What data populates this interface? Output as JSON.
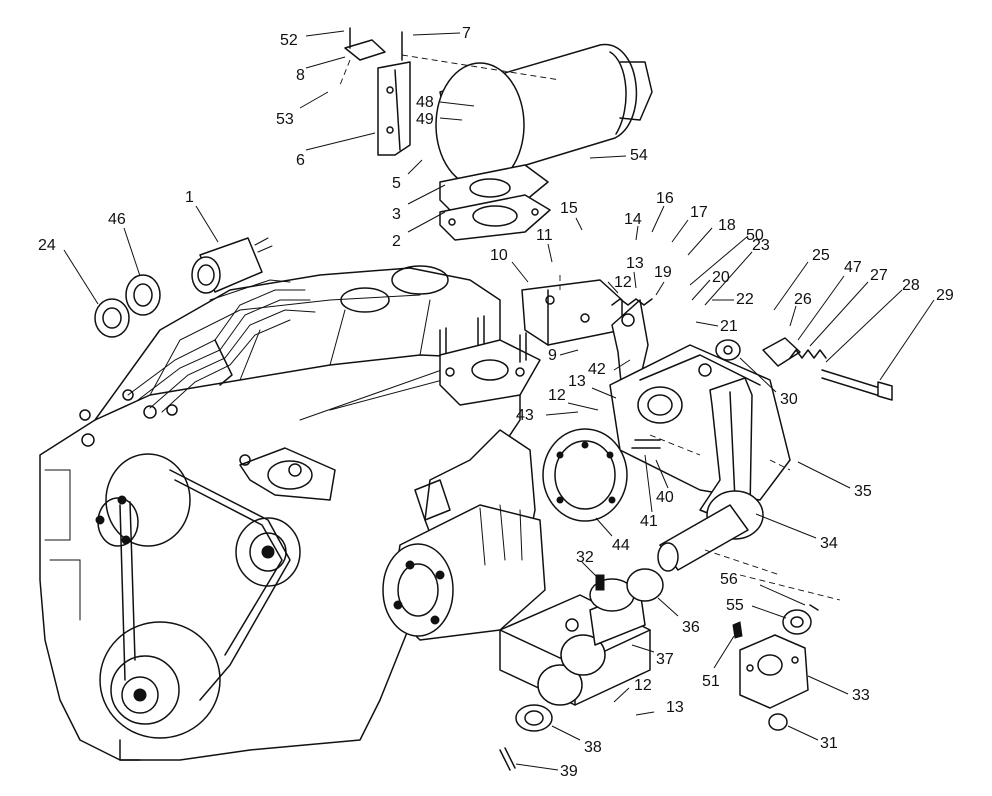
{
  "callouts": [
    "1",
    "2",
    "3",
    "5",
    "6",
    "7",
    "8",
    "9",
    "10",
    "11",
    "12",
    "12",
    "12",
    "13",
    "13",
    "13",
    "14",
    "15",
    "16",
    "17",
    "18",
    "19",
    "20",
    "21",
    "22",
    "23",
    "24",
    "25",
    "26",
    "27",
    "28",
    "29",
    "30",
    "31",
    "32",
    "33",
    "34",
    "35",
    "36",
    "37",
    "38",
    "39",
    "40",
    "41",
    "42",
    "43",
    "44",
    "46",
    "47",
    "48",
    "49",
    "50",
    "51",
    "52",
    "53",
    "54",
    "55",
    "56"
  ]
}
